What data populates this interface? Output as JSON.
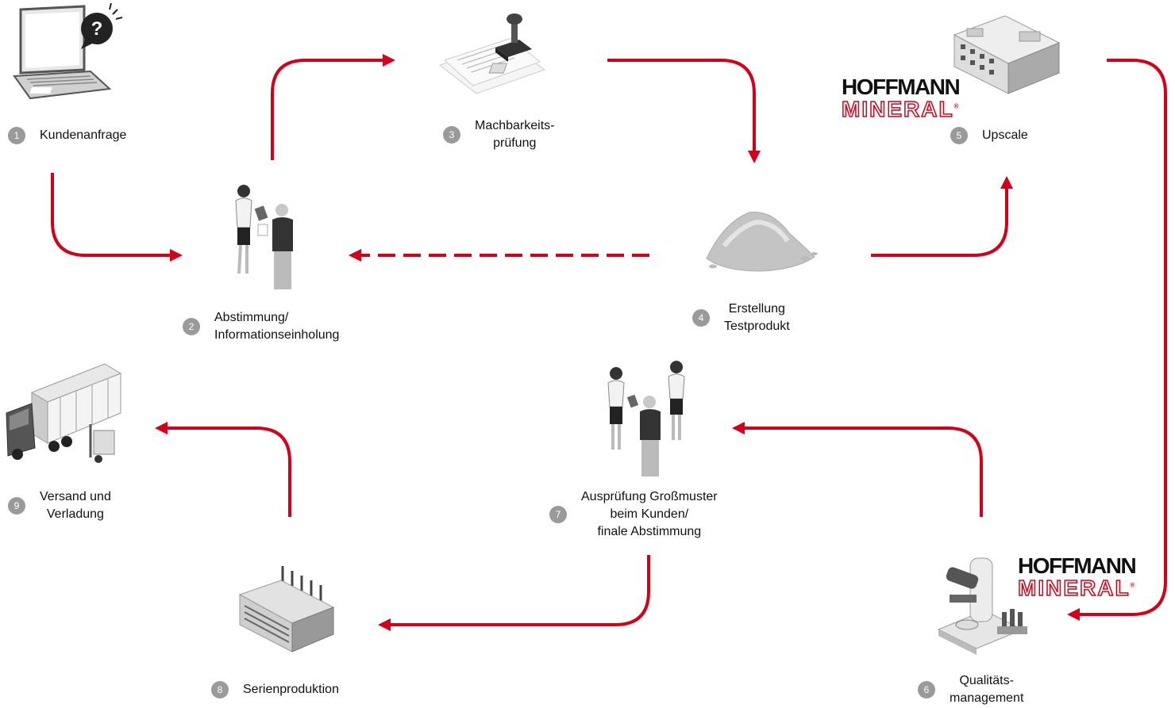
{
  "accent_color": "#d4001a",
  "icon_color": "#8a8a8a",
  "steps": [
    {
      "number": "1",
      "lines": [
        "Kundenanfrage"
      ],
      "icon": "laptop-question-icon"
    },
    {
      "number": "2",
      "lines": [
        "Abstimmung/",
        "Informationseinholung"
      ],
      "icon": "two-people-consultation-icon"
    },
    {
      "number": "3",
      "lines": [
        "Machbarkeits-",
        "prüfung"
      ],
      "icon": "stamp-document-icon"
    },
    {
      "number": "4",
      "lines": [
        "Erstellung",
        "Testprodukt"
      ],
      "icon": "powder-pile-icon"
    },
    {
      "number": "5",
      "lines": [
        "Upscale"
      ],
      "icon": "factory-building-icon"
    },
    {
      "number": "6",
      "lines": [
        "Qualitäts-",
        "management"
      ],
      "icon": "microscope-icon"
    },
    {
      "number": "7",
      "lines": [
        "Ausprüfung Großmuster",
        "beim Kunden/",
        "finale Abstimmung"
      ],
      "icon": "three-people-meeting-icon"
    },
    {
      "number": "8",
      "lines": [
        "Serienproduktion"
      ],
      "icon": "production-plant-icon"
    },
    {
      "number": "9",
      "lines": [
        "Versand und",
        "Verladung"
      ],
      "icon": "truck-forklift-icon"
    }
  ],
  "logo": {
    "line1": "HOFFMANN",
    "line2": "MINERAL",
    "mark": "®"
  }
}
